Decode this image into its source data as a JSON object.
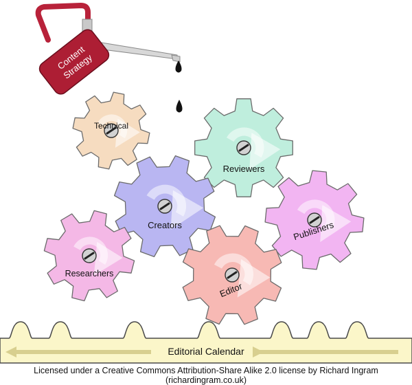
{
  "oil_can": {
    "label_line1": "Content",
    "label_line2": "Strategy"
  },
  "gears": [
    {
      "id": "technical",
      "label": "Technical",
      "color": "#f6dcc0"
    },
    {
      "id": "reviewers",
      "label": "Reviewers",
      "color": "#bfeedd"
    },
    {
      "id": "creators",
      "label": "Creators",
      "color": "#b9b6f2"
    },
    {
      "id": "publishers",
      "label": "Publishers",
      "color": "#f2b5f2"
    },
    {
      "id": "researchers",
      "label": "Researchers",
      "color": "#f4b8e6"
    },
    {
      "id": "editor",
      "label": "Editor",
      "color": "#f7b9b4"
    }
  ],
  "rack": {
    "label": "Editorial Calendar",
    "color": "#fbf6c9"
  },
  "footer": {
    "license": "Licensed under a Creative Commons Attribution-Share Alike 2.0 license by Richard Ingram (richardingram.co.uk)"
  }
}
